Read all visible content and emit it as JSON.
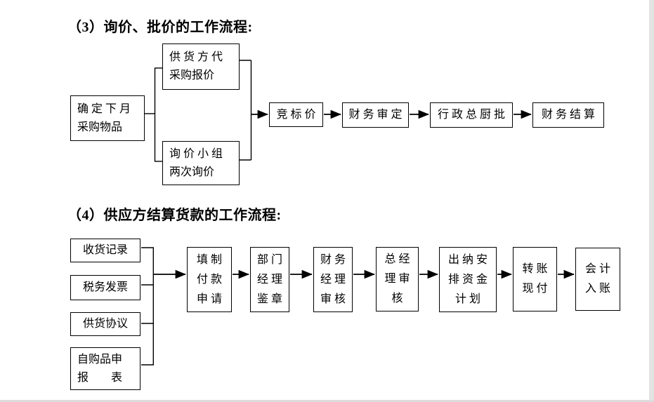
{
  "page": {
    "background": "#ffffff",
    "line_color": "#000000",
    "edge_strip_color": "#e3e3e3"
  },
  "flow1": {
    "title": "（3）询价、批价的工作流程:",
    "nodes": {
      "start": "确 定 下 月\n采购物品",
      "branch_top": "供 货 方 代\n采购报价",
      "branch_bottom": "询 价 小 组\n两次询价",
      "step1": "竞 标 价",
      "step2": "财 务 审 定",
      "step3": "行 政 总 厨 批",
      "step4": "财 务 结 算"
    }
  },
  "flow2": {
    "title": "（4）供应方结算货款的工作流程:",
    "inputs": {
      "input1": "收货记录",
      "input2": "税务发票",
      "input3": "供货协议",
      "input4": "自购品申\n报　　表"
    },
    "steps": {
      "step1": "填 制\n付 款\n申 请",
      "step2": "部 门\n经 理\n鉴 章",
      "step3": "财 务\n经 理\n审 核",
      "step4": "总 经\n理 审\n核",
      "step5": "出 纳 安\n排 资 金\n计 划",
      "step6": "转 账\n现 付",
      "step7": "会 计\n入 账"
    }
  }
}
